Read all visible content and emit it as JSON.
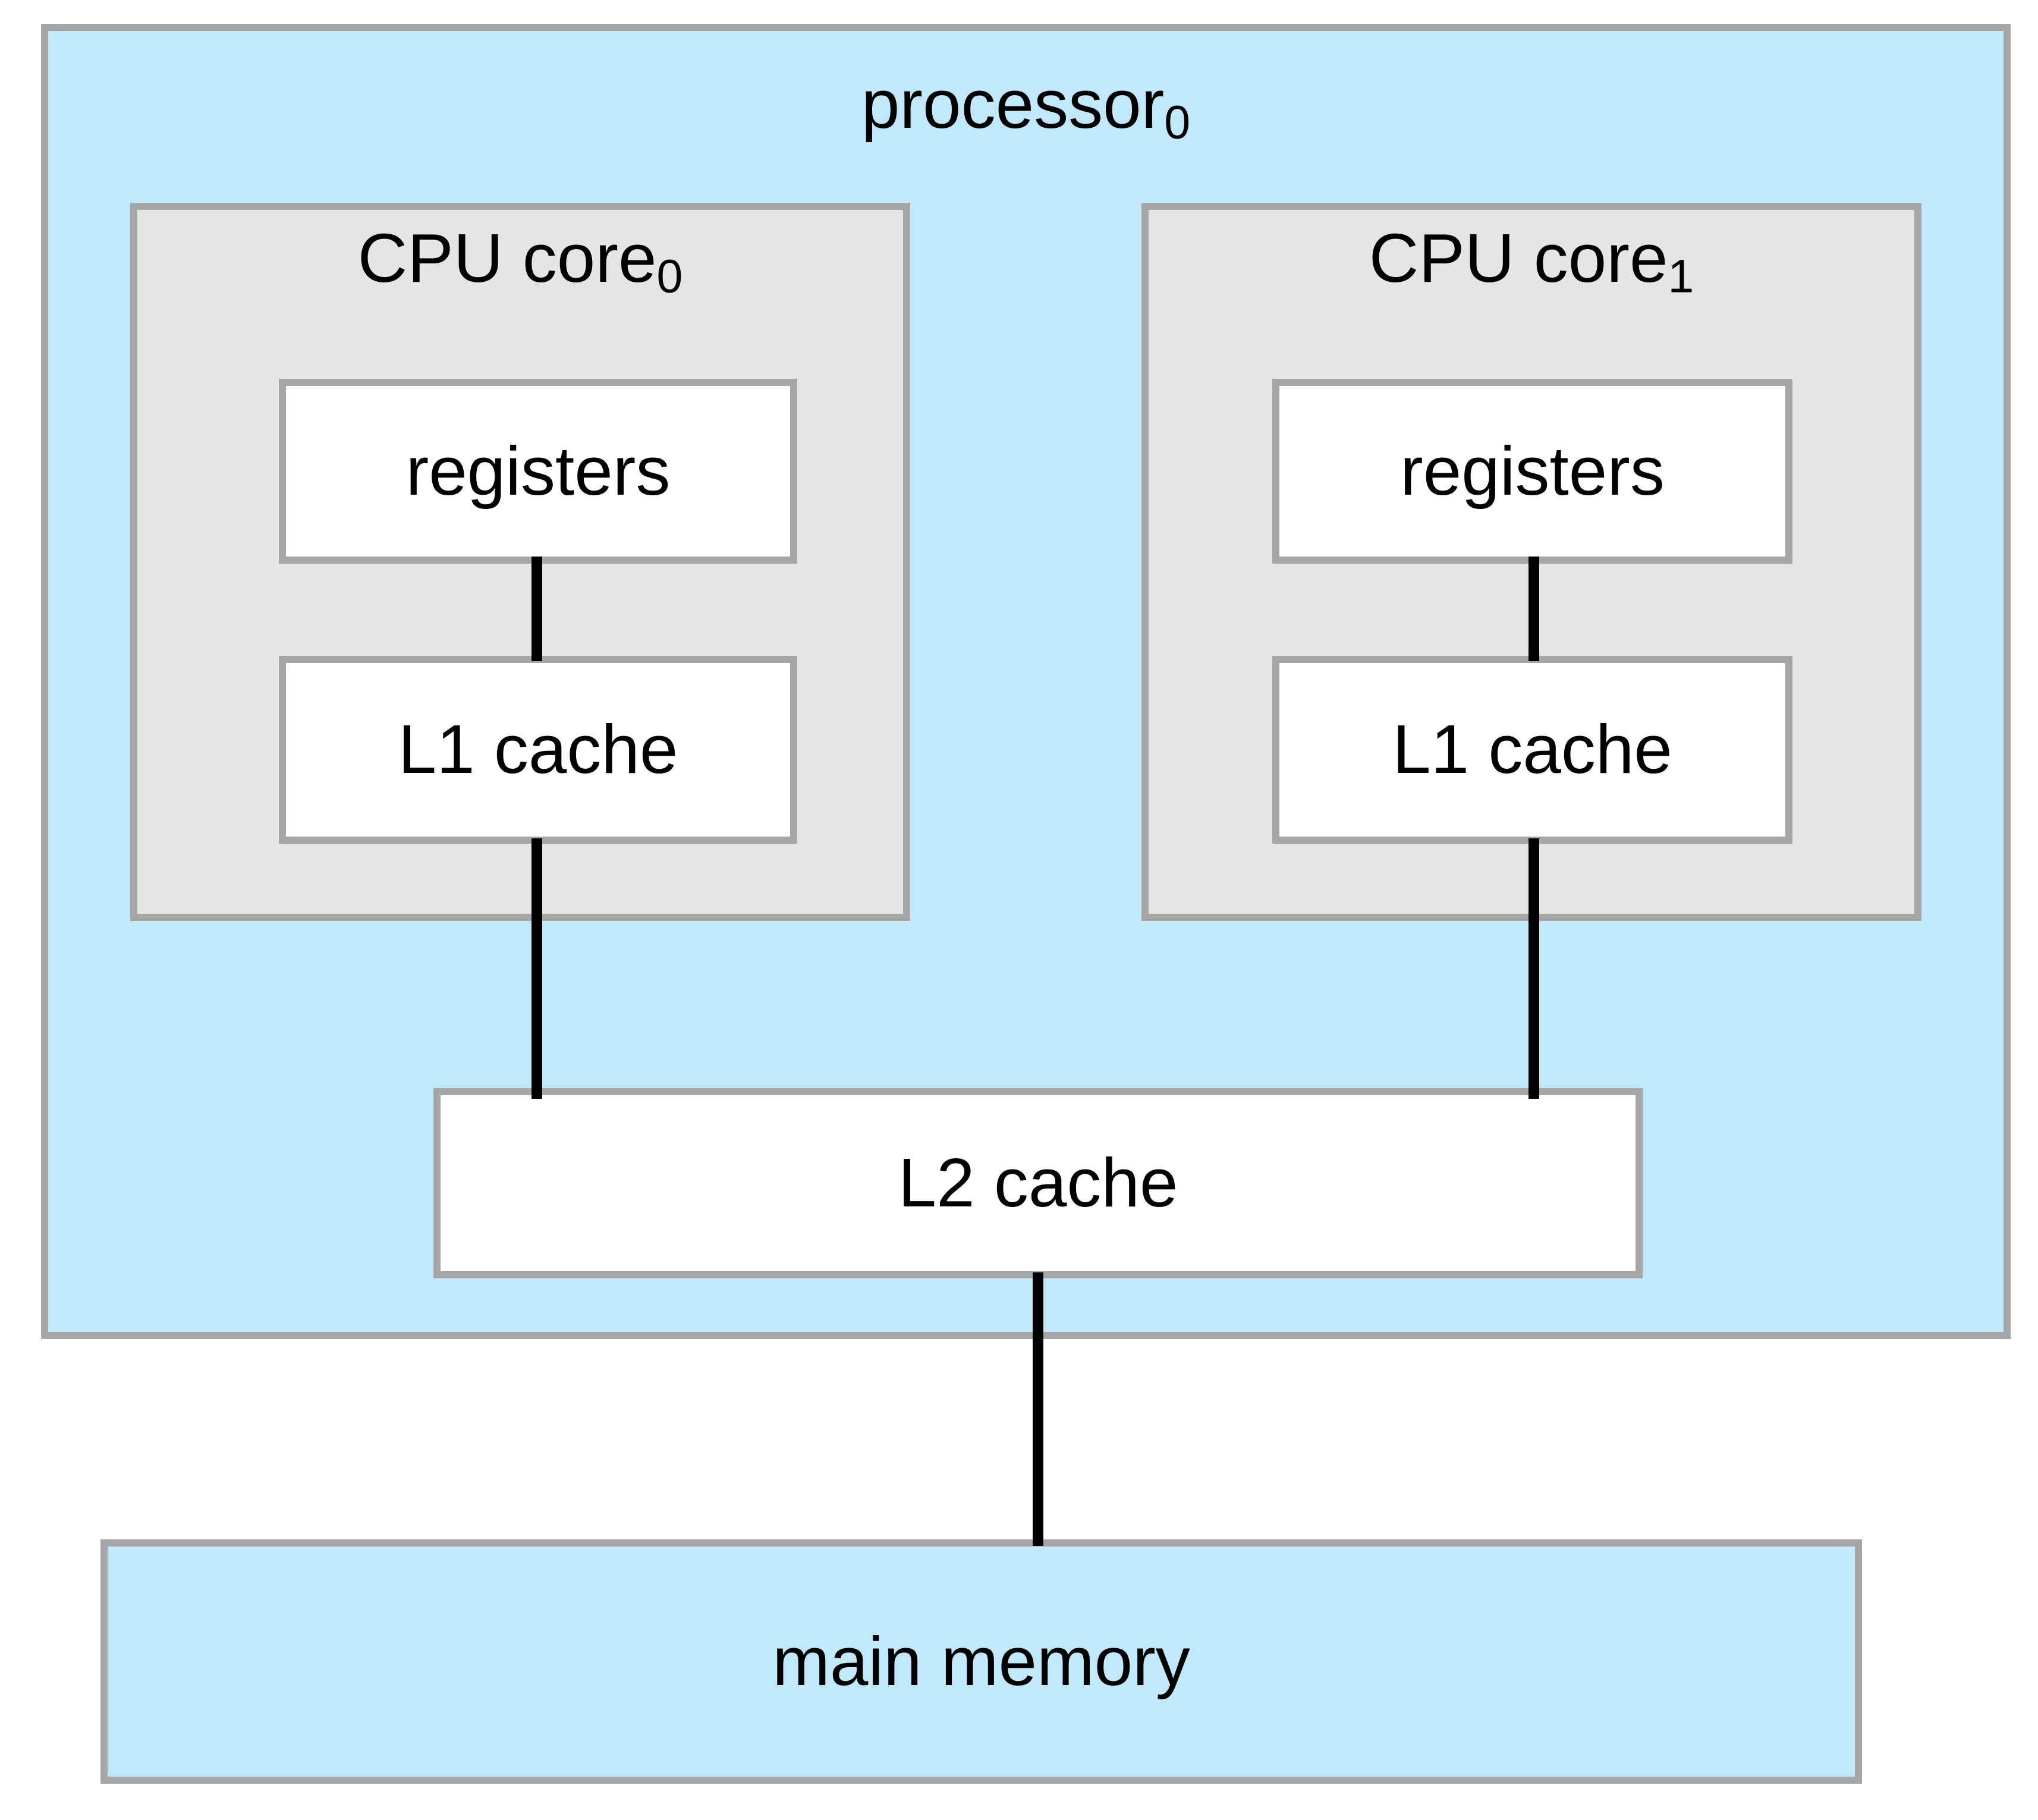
{
  "diagram": {
    "title_note": "dual-core processor memory hierarchy diagram",
    "processor": {
      "label": "processor",
      "subscript": "0"
    },
    "cores": [
      {
        "label": "CPU core",
        "subscript": "0",
        "registers_label": "registers",
        "l1_label": "L1 cache"
      },
      {
        "label": "CPU core",
        "subscript": "1",
        "registers_label": "registers",
        "l1_label": "L1 cache"
      }
    ],
    "l2_label": "L2 cache",
    "main_memory_label": "main memory",
    "colors": {
      "processor_fill": "#c2e8fb",
      "main_memory_fill": "#c2e8fb",
      "core_fill": "#e5e5e5",
      "box_border": "#a6a6a6",
      "inner_box_fill": "#ffffff",
      "connector_line": "#000000",
      "text": "#000000"
    },
    "connections": [
      "registers0 - l1cache0",
      "l1cache0 - l2cache",
      "registers1 - l1cache1",
      "l1cache1 - l2cache",
      "l2cache - mainmemory"
    ]
  }
}
